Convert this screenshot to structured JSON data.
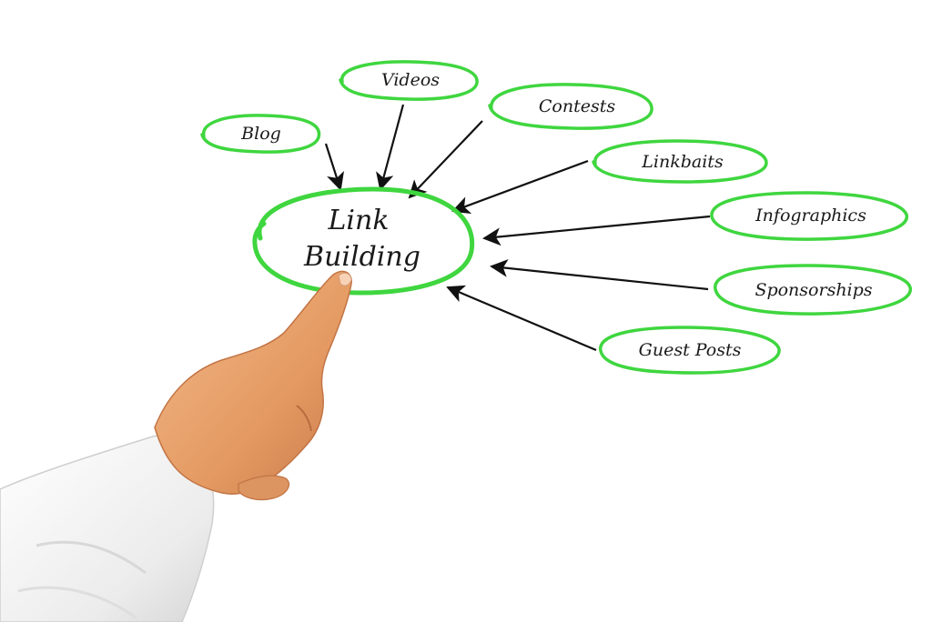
{
  "diagram": {
    "colors": {
      "outline": "#3fd63f",
      "arrow": "#111111",
      "text": "#1a1a1a",
      "skin": "#e9a06a",
      "sleeve": "#f2f2f2"
    },
    "center": {
      "line1": "Link",
      "line2": "Building"
    },
    "nodes": [
      {
        "label": "Blog"
      },
      {
        "label": "Videos"
      },
      {
        "label": "Contests"
      },
      {
        "label": "Linkbaits"
      },
      {
        "label": "Infographics"
      },
      {
        "label": "Sponsorships"
      },
      {
        "label": "Guest Posts"
      }
    ]
  }
}
